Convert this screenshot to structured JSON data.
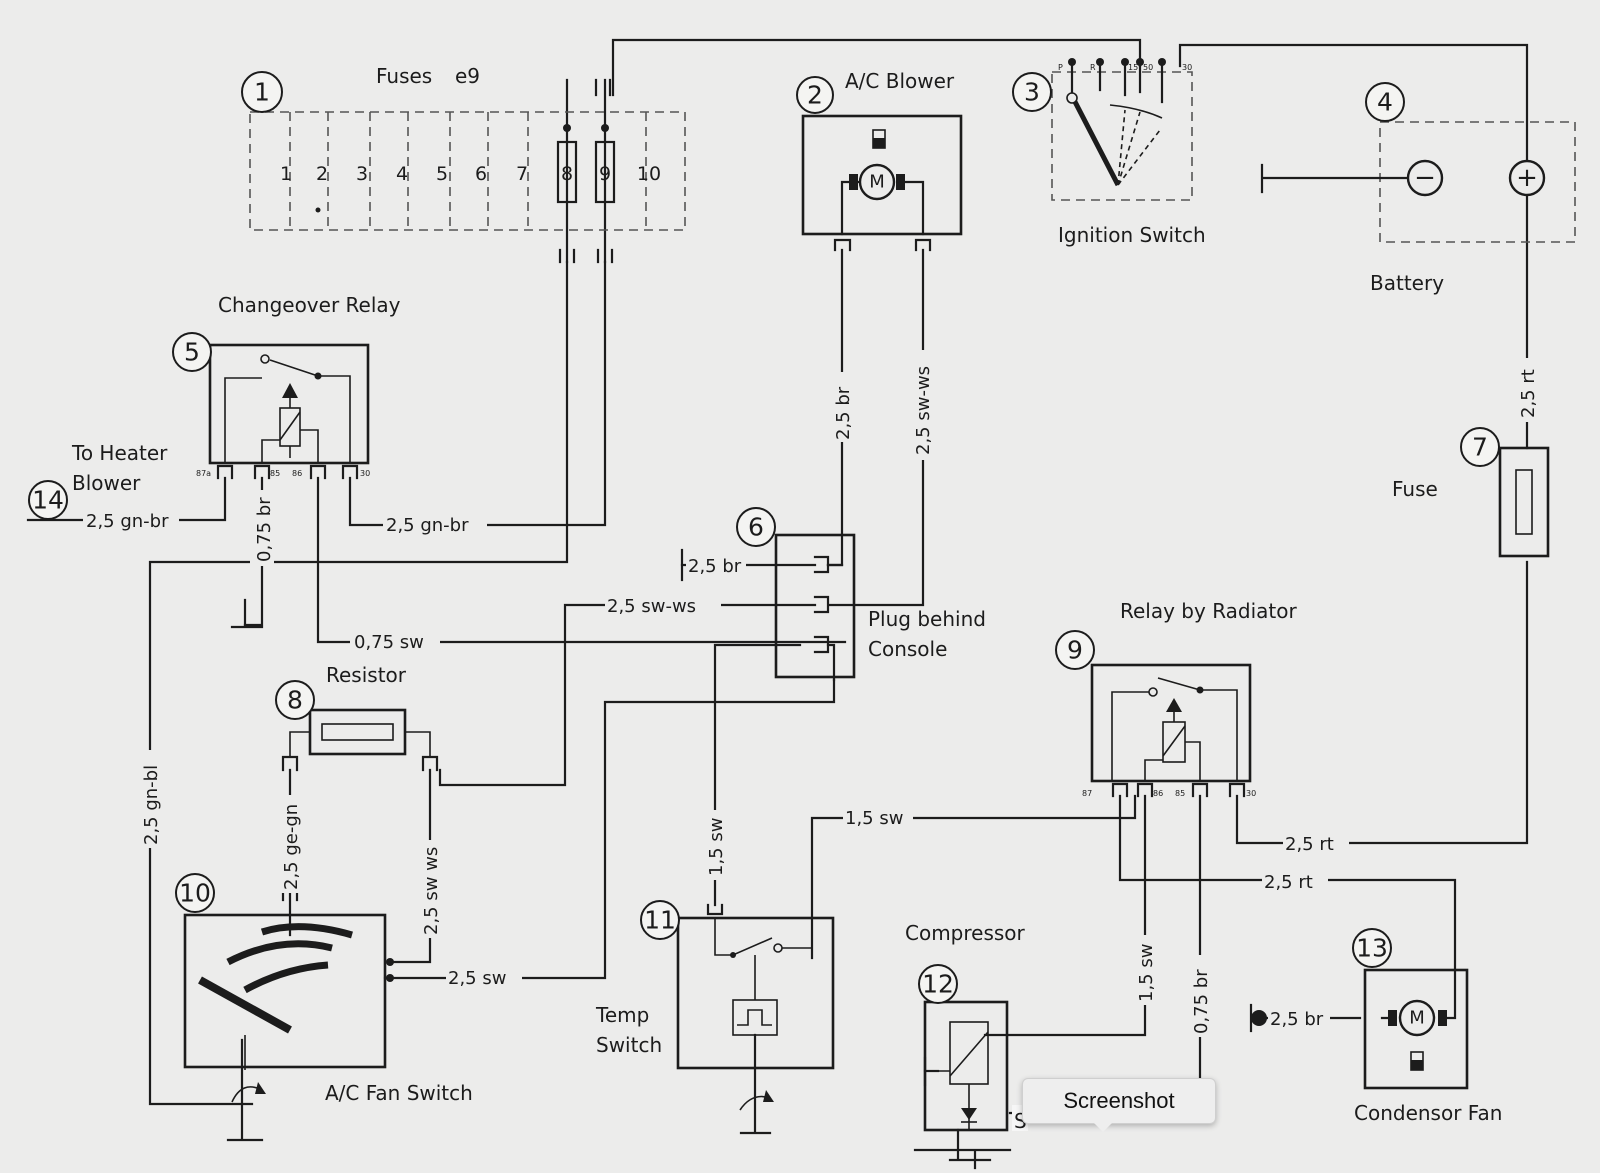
{
  "components": {
    "c1": {
      "number": "1",
      "label": "Fuses",
      "code": "e9",
      "fuse_numbers": [
        "1",
        "2",
        "3",
        "4",
        "5",
        "6",
        "7",
        "8",
        "9",
        "10"
      ]
    },
    "c2": {
      "number": "2",
      "label": "A/C Blower",
      "motor": "M"
    },
    "c3": {
      "number": "3",
      "label": "Ignition Switch",
      "terminals": [
        "P",
        "R",
        "15",
        "50",
        "30"
      ]
    },
    "c4": {
      "number": "4",
      "label": "Battery",
      "minus": "−",
      "plus": "+"
    },
    "c5": {
      "number": "5",
      "label": "Changeover Relay",
      "terminals": [
        "87a",
        "85",
        "86",
        "30"
      ]
    },
    "c6": {
      "number": "6",
      "label_line1": "Plug behind",
      "label_line2": "Console"
    },
    "c7": {
      "number": "7",
      "label": "Fuse"
    },
    "c8": {
      "number": "8",
      "label": "Resistor"
    },
    "c9": {
      "number": "9",
      "label": "Relay by Radiator",
      "terminals": [
        "87",
        "86",
        "85",
        "30"
      ]
    },
    "c10": {
      "number": "10",
      "label": "A/C Fan Switch"
    },
    "c11": {
      "number": "11",
      "label_line1": "Temp",
      "label_line2": "Switch"
    },
    "c12": {
      "number": "12",
      "label": "Compressor"
    },
    "c13": {
      "number": "13",
      "label": "Condensor Fan",
      "motor": "M"
    },
    "c14": {
      "number": "14",
      "label_line1": "To Heater",
      "label_line2": "Blower"
    }
  },
  "wire_labels": {
    "w_gnbr_left": "2,5 gn-br",
    "w_gnbr_right": "2,5 gn-br",
    "w_075br": "0,75 br",
    "w_075sw": "0,75 sw",
    "w_25br_blower": "2,5 br",
    "w_25swws_blower": "2,5 sw-ws",
    "w_25br_plug": "2,5 br",
    "w_25swws_plug": "2,5 sw-ws",
    "w_25rt_battery": "2,5 rt",
    "w_25gnbl": "2,5 gn-bl",
    "w_25gegn": "2,5 ge-gn",
    "w_25swws_switch": "2,5 sw ws",
    "w_25sw_switch": "2,5 sw",
    "w_15sw_temp": "1,5 sw",
    "w_15sw_relay": "1,5 sw",
    "w_25rt_relay_a": "2,5 rt",
    "w_25rt_relay_b": "2,5 rt",
    "w_15sw_comp": "1,5 sw",
    "w_075br_relay": "0,75 br",
    "w_25br_fan": "2,5 br"
  },
  "overlay": {
    "tooltip": "Screenshot",
    "partial_behind_tooltip": "S"
  }
}
